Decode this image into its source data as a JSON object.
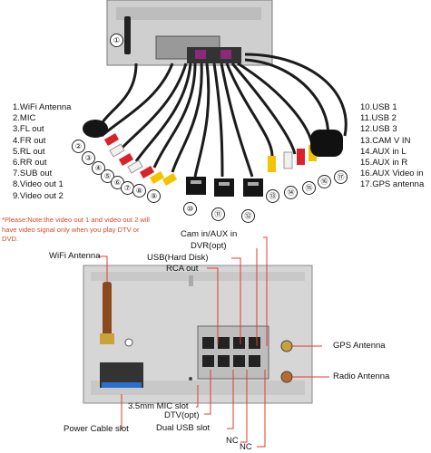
{
  "legend_left": [
    "1.WiFi Antenna",
    "2.MIC",
    "3.FL out",
    "4.FR out",
    "5.RL out",
    "6.RR out",
    "7.SUB out",
    "8.Video out 1",
    "9.Video out 2"
  ],
  "legend_right": [
    "10.USB 1",
    "11.USB 2",
    "12.USB 3",
    "13.CAM V IN",
    "14.AUX in L",
    "15.AUX in R",
    "16.AUX Video in",
    "17.GPS antenna"
  ],
  "note": "*Please:Note:the video out 1 and video out 2 will have video signal only when you play DTV or DVD.",
  "numbers": [
    "①",
    "②",
    "③",
    "④",
    "⑤",
    "⑥",
    "⑦",
    "⑧",
    "⑨",
    "⑩",
    "⑪",
    "⑫",
    "⑬",
    "⑭",
    "⑮",
    "⑯",
    "⑰"
  ],
  "callouts": {
    "cam": "Cam in/AUX in",
    "dvr": "DVR(opt)",
    "usb_hd": "USB(Hard Disk)",
    "rca": "RCA out",
    "wifi": "WiFi Antenna",
    "gps": "GPS Antenna",
    "radio": "Radio Antenna",
    "mic": "3.5mm MIC slot",
    "dtv": "DTV(opt)",
    "dual_usb": "Dual USB slot",
    "nc1": "NC",
    "nc2": "NC",
    "power": "Power Cable slot"
  },
  "colors": {
    "leader": "#e23b2a",
    "note": "#d84a2a",
    "chassis": "#d6d6d6",
    "rca_red": "#d8232a",
    "rca_yellow": "#f2c400",
    "rca_white": "#f0f0f0"
  }
}
